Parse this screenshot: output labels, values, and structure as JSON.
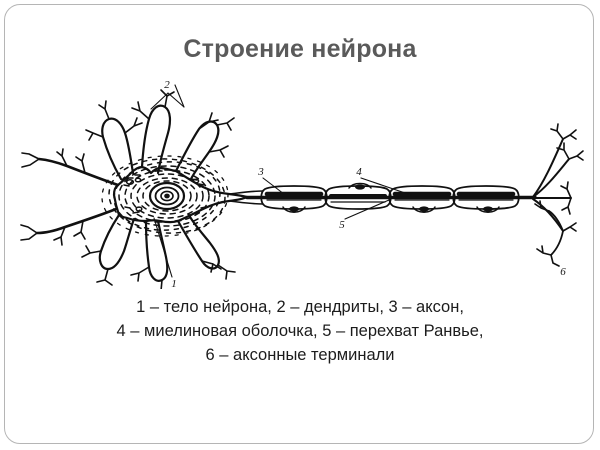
{
  "slide": {
    "title": "Строение нейрона",
    "border_color": "#b5b5b5",
    "background": "#ffffff",
    "title_color": "#5a5a5a"
  },
  "diagram": {
    "name": "neuron-structure-diagram",
    "ink_color": "#111111",
    "parts": {
      "soma": "тело нейрона",
      "dendrites": "дендриты",
      "axon": "аксон",
      "myelin_sheath": "миелиновая оболочка",
      "node_of_ranvier": "перехват Ранвье",
      "axon_terminals": "аксонные терминали"
    },
    "labels": [
      {
        "id": "1",
        "text": "1",
        "target": "soma"
      },
      {
        "id": "2",
        "text": "2",
        "target": "dendrites"
      },
      {
        "id": "3",
        "text": "3",
        "target": "axon"
      },
      {
        "id": "4",
        "text": "4",
        "target": "myelin_sheath"
      },
      {
        "id": "5",
        "text": "5",
        "target": "node_of_ranvier"
      },
      {
        "id": "6",
        "text": "6",
        "target": "axon_terminals"
      }
    ],
    "myelin_segment_count": 4
  },
  "caption": {
    "lines": [
      "1 – тело нейрона, 2 – дендриты, 3 – аксон,",
      "4 – миелиновая оболочка, 5 – перехват Ранвье,",
      "6 – аксонные терминали"
    ],
    "color": "#1c1c1c"
  }
}
